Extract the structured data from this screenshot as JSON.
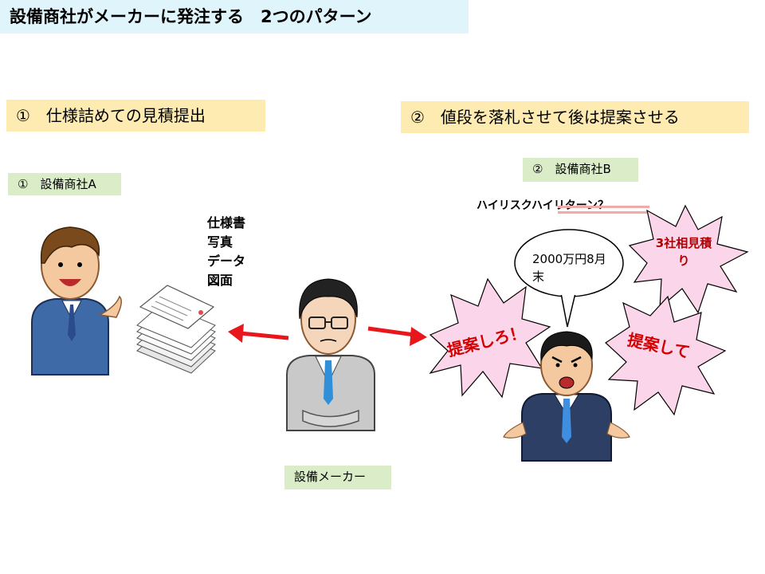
{
  "title": "設備商社がメーカーに発注する　2つのパターン",
  "pattern1": {
    "heading": "①　仕様詰めての見積提出",
    "trader_label": "①　設備商社A",
    "documents": [
      "仕様書",
      "写真",
      "データ",
      "図面"
    ]
  },
  "pattern2": {
    "heading": "②　値段を落札させて後は提案させる",
    "trader_label": "②　設備商社B",
    "risk_note": "ハイリスクハイリターン？",
    "speech": "2000万円8月末",
    "burst_left": "提案しろ！",
    "burst_right_top": "3社相見積り",
    "burst_right_bottom": "提案して"
  },
  "maker_label": "設備メーカー",
  "colors": {
    "title_bg": "#dff5fb",
    "heading_bg": "#fdebb2",
    "label_bg": "#dbecc9",
    "arrow": "#e8171c",
    "burst_fill": "#fbd5ea",
    "burst_text": "#d40000"
  }
}
